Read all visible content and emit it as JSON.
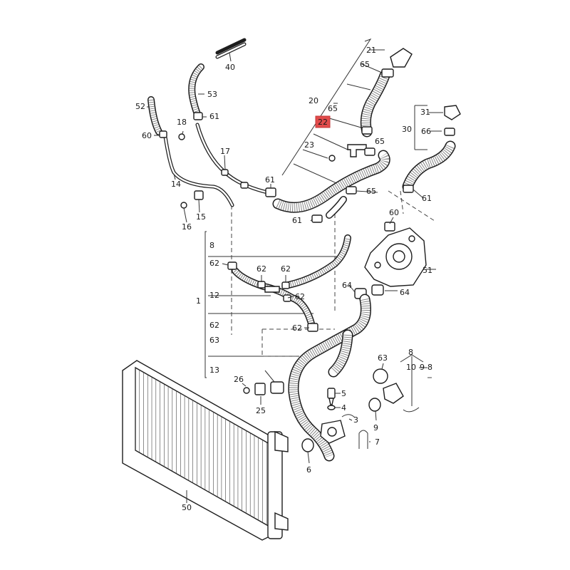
{
  "callouts": [
    {
      "id": "1",
      "text": "1"
    },
    {
      "id": "3",
      "text": "3"
    },
    {
      "id": "4",
      "text": "4"
    },
    {
      "id": "5",
      "text": "5"
    },
    {
      "id": "6",
      "text": "6"
    },
    {
      "id": "7",
      "text": "7"
    },
    {
      "id": "8a",
      "text": "8"
    },
    {
      "id": "8b",
      "text": "8"
    },
    {
      "id": "9a",
      "text": "9"
    },
    {
      "id": "9b",
      "text": "9"
    },
    {
      "id": "10",
      "text": "10"
    },
    {
      "id": "12",
      "text": "12"
    },
    {
      "id": "13",
      "text": "13"
    },
    {
      "id": "14",
      "text": "14"
    },
    {
      "id": "15",
      "text": "15"
    },
    {
      "id": "16",
      "text": "16"
    },
    {
      "id": "17",
      "text": "17"
    },
    {
      "id": "18",
      "text": "18"
    },
    {
      "id": "20",
      "text": "20"
    },
    {
      "id": "21",
      "text": "21"
    },
    {
      "id": "22",
      "text": "22",
      "highlight": true
    },
    {
      "id": "23",
      "text": "23"
    },
    {
      "id": "25",
      "text": "25"
    },
    {
      "id": "26",
      "text": "26"
    },
    {
      "id": "30",
      "text": "30"
    },
    {
      "id": "31",
      "text": "31"
    },
    {
      "id": "40",
      "text": "40"
    },
    {
      "id": "50",
      "text": "50"
    },
    {
      "id": "51",
      "text": "51"
    },
    {
      "id": "52",
      "text": "52"
    },
    {
      "id": "53",
      "text": "53"
    },
    {
      "id": "60a",
      "text": "60"
    },
    {
      "id": "60b",
      "text": "60"
    },
    {
      "id": "61a",
      "text": "61"
    },
    {
      "id": "61b",
      "text": "61"
    },
    {
      "id": "61c",
      "text": "61"
    },
    {
      "id": "61d",
      "text": "61"
    },
    {
      "id": "62a",
      "text": "62"
    },
    {
      "id": "62b",
      "text": "62"
    },
    {
      "id": "62c",
      "text": "62"
    },
    {
      "id": "62d",
      "text": "62"
    },
    {
      "id": "62e",
      "text": "62"
    },
    {
      "id": "62f",
      "text": "62"
    },
    {
      "id": "63a",
      "text": "63"
    },
    {
      "id": "63b",
      "text": "63"
    },
    {
      "id": "64a",
      "text": "64"
    },
    {
      "id": "64b",
      "text": "64"
    },
    {
      "id": "65a",
      "text": "65"
    },
    {
      "id": "65b",
      "text": "65"
    },
    {
      "id": "65c",
      "text": "65"
    },
    {
      "id": "65d",
      "text": "65"
    },
    {
      "id": "66",
      "text": "66"
    },
    {
      "id": "8c",
      "text": "8"
    }
  ]
}
